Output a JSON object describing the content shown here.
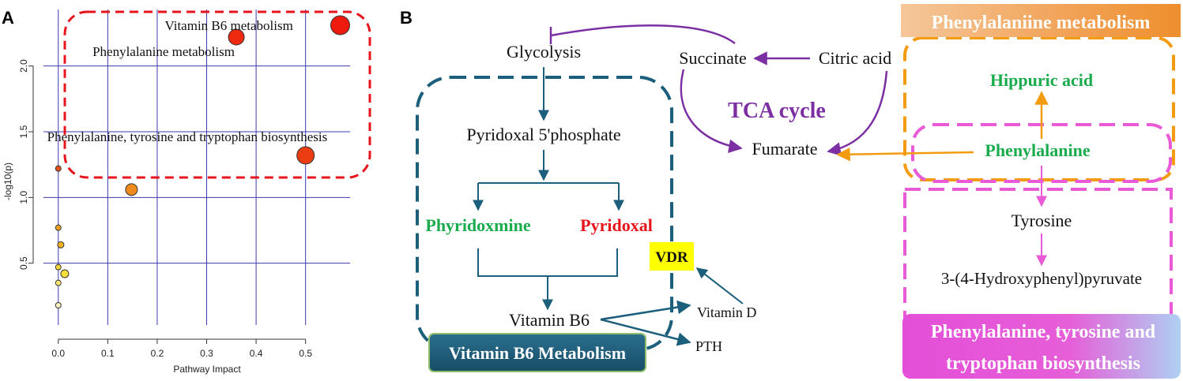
{
  "panels": {
    "a_label": "A",
    "b_label": "B"
  },
  "chart_data": {
    "type": "scatter",
    "xlabel": "Pathway Impact",
    "ylabel": "-log10(p)",
    "xlim": [
      -0.03,
      0.59
    ],
    "ylim": [
      0.03,
      2.43
    ],
    "x_ticks": [
      "0.0",
      "0.1",
      "0.2",
      "0.3",
      "0.4",
      "0.5"
    ],
    "y_ticks": [
      "0.5",
      "1.0",
      "1.5",
      "2.0"
    ],
    "grid": true,
    "points": [
      {
        "x": 0.57,
        "y": 2.31,
        "r": 12,
        "color": "#ee1a0e",
        "label": "Vitamin B6 metabolism"
      },
      {
        "x": 0.36,
        "y": 2.22,
        "r": 10,
        "color": "#ee2a10",
        "label": "Phenylalanine metabolism"
      },
      {
        "x": 0.5,
        "y": 1.32,
        "r": 11,
        "color": "#ec3c12",
        "label": "Phenylalanine, tyrosine and tryptophan biosynthesis"
      },
      {
        "x": 0.148,
        "y": 1.06,
        "r": 7.5,
        "color": "#ef8a1c",
        "label": ""
      },
      {
        "x": 0.0,
        "y": 1.22,
        "r": 3.5,
        "color": "#e8501a",
        "label": ""
      },
      {
        "x": 0.0,
        "y": 0.77,
        "r": 3.5,
        "color": "#f0a020",
        "label": ""
      },
      {
        "x": 0.005,
        "y": 0.64,
        "r": 4,
        "color": "#f3b222",
        "label": ""
      },
      {
        "x": 0.0,
        "y": 0.47,
        "r": 3.5,
        "color": "#f8d43a",
        "label": ""
      },
      {
        "x": 0.013,
        "y": 0.42,
        "r": 5,
        "color": "#f9e03c",
        "label": ""
      },
      {
        "x": 0.0,
        "y": 0.35,
        "r": 3.5,
        "color": "#fae572",
        "label": ""
      },
      {
        "x": 0.0,
        "y": 0.18,
        "r": 3.5,
        "color": "#fbf2c0",
        "label": ""
      }
    ]
  },
  "diagram": {
    "glycolysis": "Glycolysis",
    "succinate": "Succinate",
    "citric_acid": "Citric acid",
    "tca_cycle": "TCA cycle",
    "fumarate": "Fumarate",
    "pyridoxal_5_phosphate": "Pyridoxal 5'phosphate",
    "phyridoxmine": "Phyridoxmine",
    "pyridoxal": "Pyridoxal",
    "vdr": "VDR",
    "vitamin_b6": "Vitamin B6",
    "vitamin_d": "Vitamin D",
    "pth": "PTH",
    "vitamin_b6_metabolism_banner": "Vitamin B6 Metabolism",
    "phenylalanine_metabolism_banner": "Phenylalaniine metabolism",
    "hippuric_acid": "Hippuric acid",
    "phenylalanine": "Phenylalanine",
    "tyrosine": "Tyrosine",
    "hydroxyphenylpyruvate": "3-(4-Hydroxyphenyl)pyruvate",
    "pttb_banner_line1": "Phenylalanine, tyrosine and",
    "pttb_banner_line2": "tryptophan biosynthesis"
  },
  "colors": {
    "green": "#1aab4d",
    "red": "#e8141c",
    "purple": "#7b2fa3",
    "teal": "#1c5f7c",
    "orange": "#f39c12",
    "magenta": "#e85ad6",
    "vdr_bg": "#ffff00",
    "grid": "#3a3ab0",
    "highlight": "#e8141c"
  }
}
